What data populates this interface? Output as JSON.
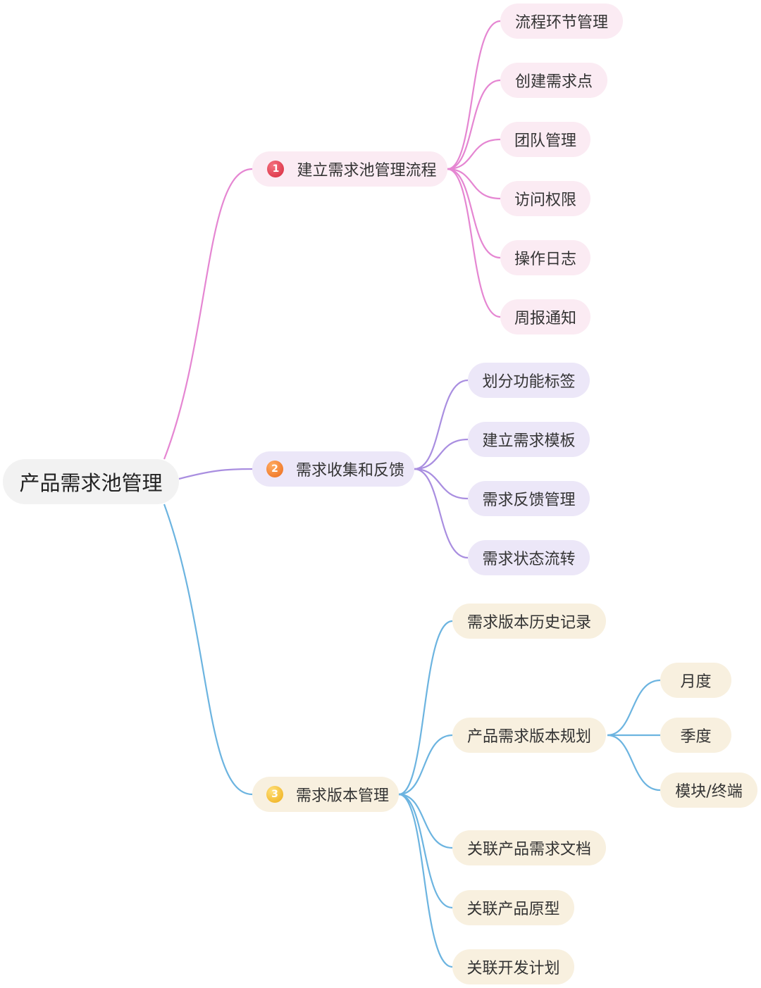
{
  "root": {
    "label": "产品需求池管理"
  },
  "colors": {
    "pink": "#e586d2",
    "purple": "#a98ee0",
    "blue": "#6cb4e0"
  },
  "branches": [
    {
      "badge": "1",
      "label": "建立需求池管理流程",
      "children": [
        {
          "label": "流程环节管理"
        },
        {
          "label": "创建需求点"
        },
        {
          "label": "团队管理"
        },
        {
          "label": "访问权限"
        },
        {
          "label": "操作日志"
        },
        {
          "label": "周报通知"
        }
      ]
    },
    {
      "badge": "2",
      "label": "需求收集和反馈",
      "children": [
        {
          "label": "划分功能标签"
        },
        {
          "label": "建立需求模板"
        },
        {
          "label": "需求反馈管理"
        },
        {
          "label": "需求状态流转"
        }
      ]
    },
    {
      "badge": "3",
      "label": "需求版本管理",
      "children": [
        {
          "label": "需求版本历史记录"
        },
        {
          "label": "产品需求版本规划",
          "children": [
            {
              "label": "月度"
            },
            {
              "label": "季度"
            },
            {
              "label": "模块/终端"
            }
          ]
        },
        {
          "label": "关联产品需求文档"
        },
        {
          "label": "关联产品原型"
        },
        {
          "label": "关联开发计划"
        }
      ]
    }
  ]
}
